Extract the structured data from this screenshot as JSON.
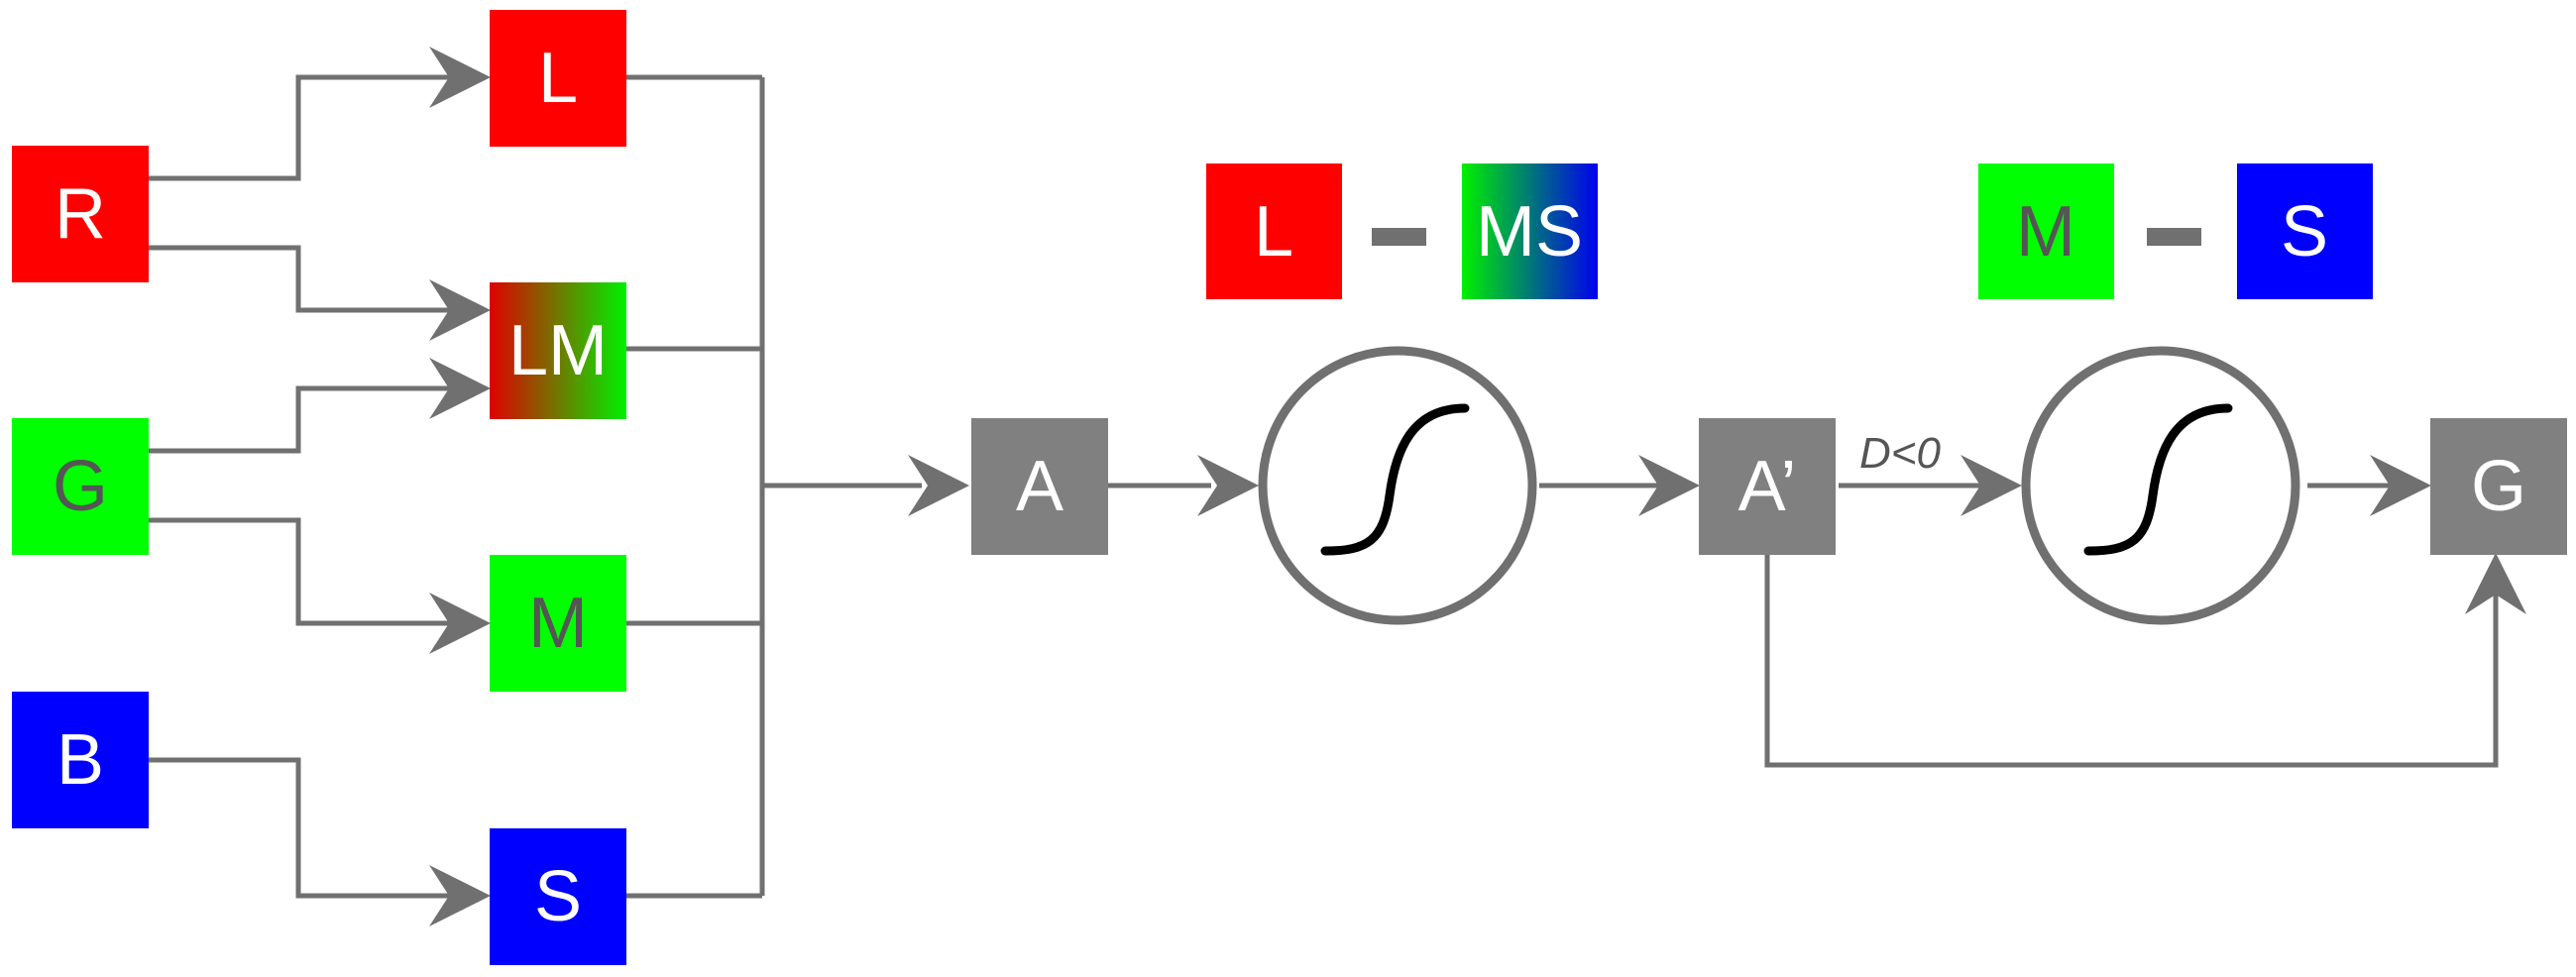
{
  "inputs": {
    "r": "R",
    "g": "G",
    "b": "B"
  },
  "cones": {
    "l": "L",
    "lm": "LM",
    "m": "M",
    "s": "S"
  },
  "stage": {
    "a": "A",
    "a_prime": "A’",
    "g_out": "G"
  },
  "opponent": {
    "first": {
      "left": "L",
      "right": "MS"
    },
    "second": {
      "left": "M",
      "right": "S"
    }
  },
  "edge_label": "D<0",
  "colors": {
    "red": "#ff0000",
    "green": "#00ff00",
    "blue": "#0000ff",
    "gray": "#808080",
    "line": "#707070"
  }
}
